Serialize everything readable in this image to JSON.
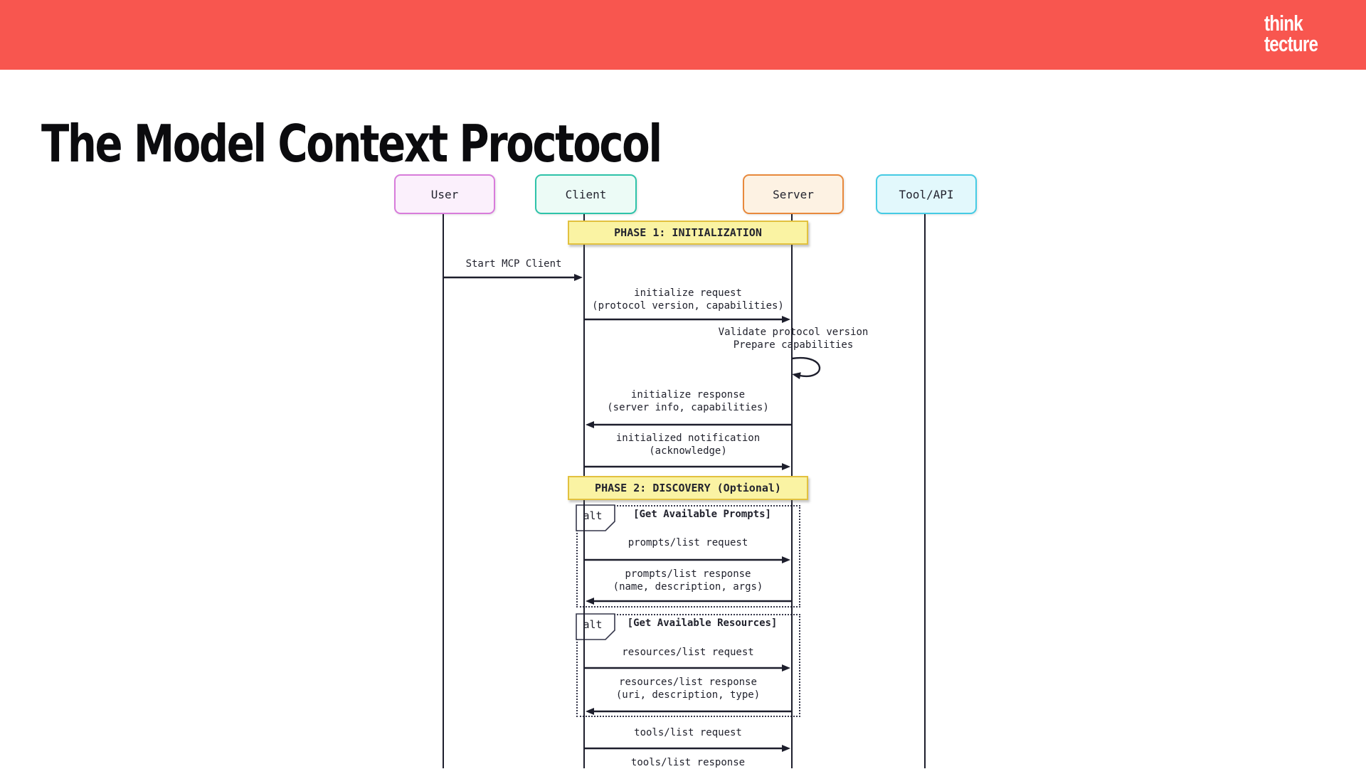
{
  "header": {
    "bg_color": "#F8564F",
    "logo": {
      "line1": "think",
      "line2": "tecture"
    }
  },
  "title": "The Model Context Proctocol",
  "diagram": {
    "type": "sequence-diagram",
    "participants": [
      {
        "label": "User",
        "border_color": "#D87CDB",
        "fill_color": "#FBF0FC"
      },
      {
        "label": "Client",
        "border_color": "#2EC3A9",
        "fill_color": "#ECFBF6"
      },
      {
        "label": "Server",
        "border_color": "#E8893C",
        "fill_color": "#FDF2E3"
      },
      {
        "label": "Tool/API",
        "border_color": "#45CBE4",
        "fill_color": "#E2F8FC"
      }
    ],
    "phases": [
      {
        "label": "PHASE 1: INITIALIZATION"
      },
      {
        "label": "PHASE 2: DISCOVERY (Optional)"
      }
    ],
    "phase_colors": {
      "fill": "#FAF3A3",
      "border": "#E2C13F"
    },
    "line_color": "#1D1E2C",
    "text_color": "#21222D",
    "messages": [
      {
        "from": "User",
        "to": "Client",
        "line1": "Start MCP Client"
      },
      {
        "from": "Client",
        "to": "Server",
        "line1": "initialize request",
        "line2": "(protocol version, capabilities)"
      },
      {
        "from": "Server",
        "to": "Server",
        "line1": "Validate protocol version",
        "line2": "Prepare capabilities"
      },
      {
        "from": "Server",
        "to": "Client",
        "line1": "initialize response",
        "line2": "(server info, capabilities)"
      },
      {
        "from": "Client",
        "to": "Server",
        "line1": "initialized notification",
        "line2": "(acknowledge)"
      },
      {
        "from": "Client",
        "to": "Server",
        "line1": "prompts/list request"
      },
      {
        "from": "Server",
        "to": "Client",
        "line1": "prompts/list response",
        "line2": "(name, description, args)"
      },
      {
        "from": "Client",
        "to": "Server",
        "line1": "resources/list request"
      },
      {
        "from": "Server",
        "to": "Client",
        "line1": "resources/list response",
        "line2": "(uri, description, type)"
      },
      {
        "from": "Client",
        "to": "Server",
        "line1": "tools/list request"
      },
      {
        "from": "Server",
        "to": "Client",
        "line1": "tools/list response"
      }
    ],
    "alt_blocks": [
      {
        "label": "alt",
        "condition": "[Get Available Prompts]"
      },
      {
        "label": "alt",
        "condition": "[Get Available Resources]"
      }
    ]
  }
}
